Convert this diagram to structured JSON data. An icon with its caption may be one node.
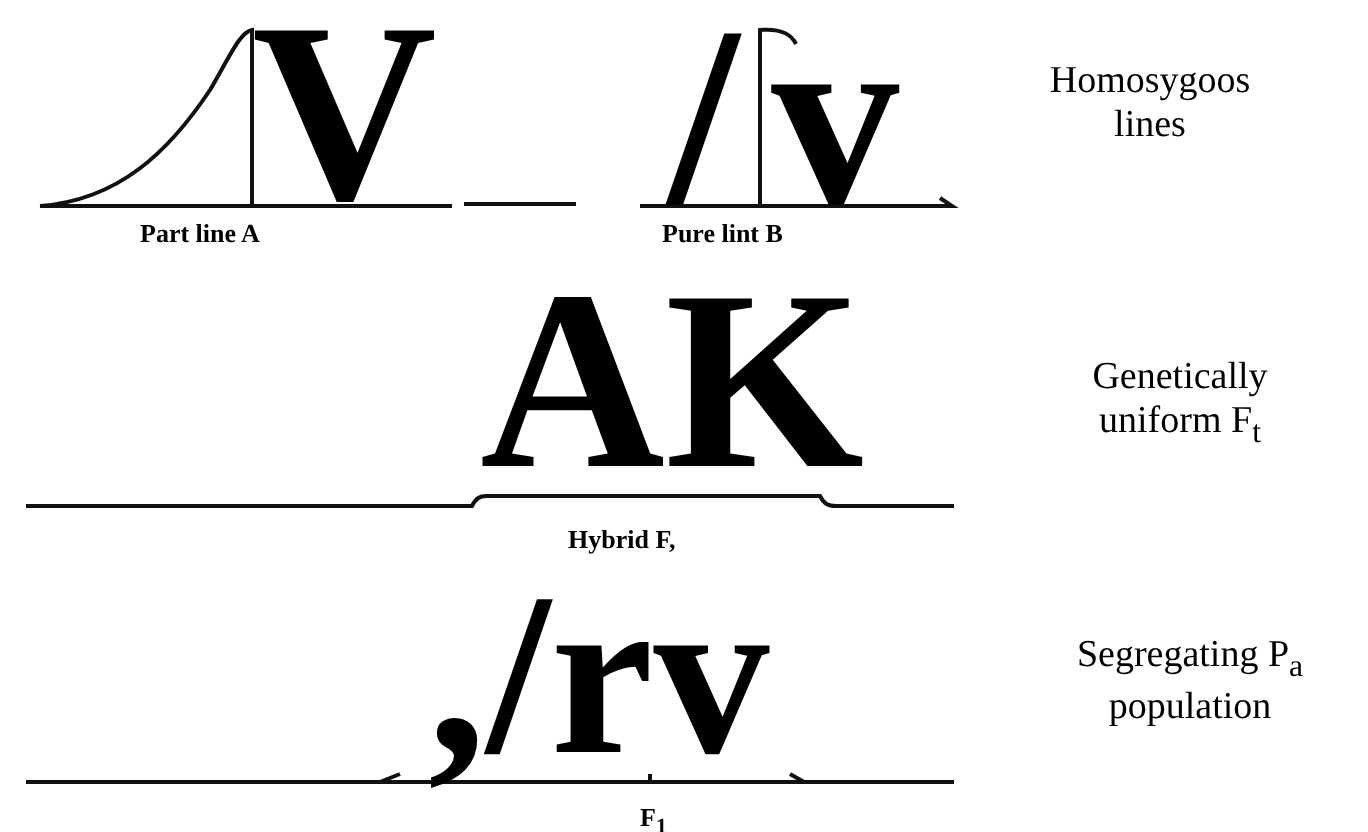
{
  "diagram": {
    "labels": [
      "V",
      "/v",
      "Part line A",
      "Pure lint B",
      "Homosygoos lines",
      "AK",
      "Genetically uniform F$_{t}$",
      "Hybrid F,",
      ",/rv",
      "Segregating P$_{a}$ population",
      "F$_{1}$"
    ]
  }
}
